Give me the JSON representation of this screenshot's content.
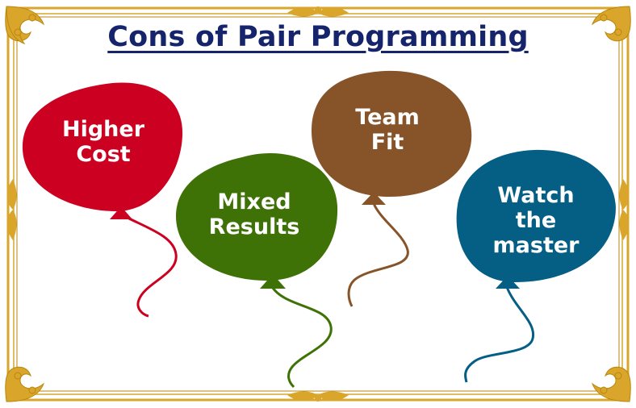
{
  "title": "Cons of Pair Programming",
  "balloons": [
    {
      "lines": [
        "Higher",
        "Cost"
      ],
      "color": "#cc0020"
    },
    {
      "lines": [
        "Mixed",
        "Results"
      ],
      "color": "#3f7206"
    },
    {
      "lines": [
        "Team",
        "Fit"
      ],
      "color": "#875429"
    },
    {
      "lines": [
        "Watch",
        "the",
        "master"
      ],
      "color": "#055e84"
    }
  ],
  "colors": {
    "frame": "#d9a62b",
    "frame_dark": "#b8860b",
    "title": "#16246b"
  }
}
